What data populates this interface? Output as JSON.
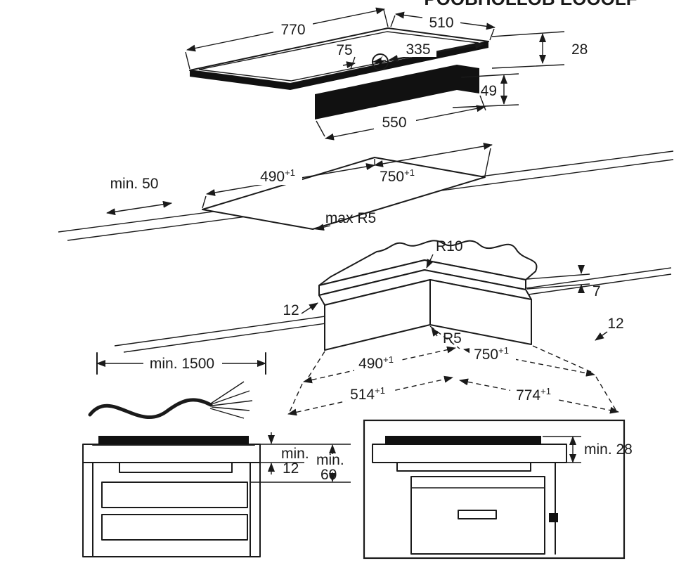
{
  "header": {
    "cropped_text": "POOBHOLLOB EOOOLF"
  },
  "hob_view": {
    "width": "770",
    "depth": "510",
    "power_left": "75",
    "power_right": "335",
    "glass_height": "28",
    "box_height": "49",
    "box_width": "550"
  },
  "cutout_view": {
    "front_clearance": "min. 50",
    "depth": "490",
    "width": "750",
    "tol": "+1",
    "corner_radius": "max R5"
  },
  "corner_view": {
    "top_radius": "R10",
    "rebate_depth": "7",
    "rebate_left": "12",
    "rebate_right": "12",
    "bottom_radius": "R5",
    "inner_depth": "490",
    "inner_width": "750",
    "outer_depth": "514",
    "outer_width": "774",
    "tol": "+1"
  },
  "cable_view": {
    "length": "min. 1500"
  },
  "section_view": {
    "min_label": "min.",
    "clearance_12": "12",
    "clearance_60": "60"
  },
  "oven_view": {
    "clearance": "min. 28"
  },
  "colors": {
    "ink": "#1a1a1a",
    "paper": "#ffffff"
  }
}
